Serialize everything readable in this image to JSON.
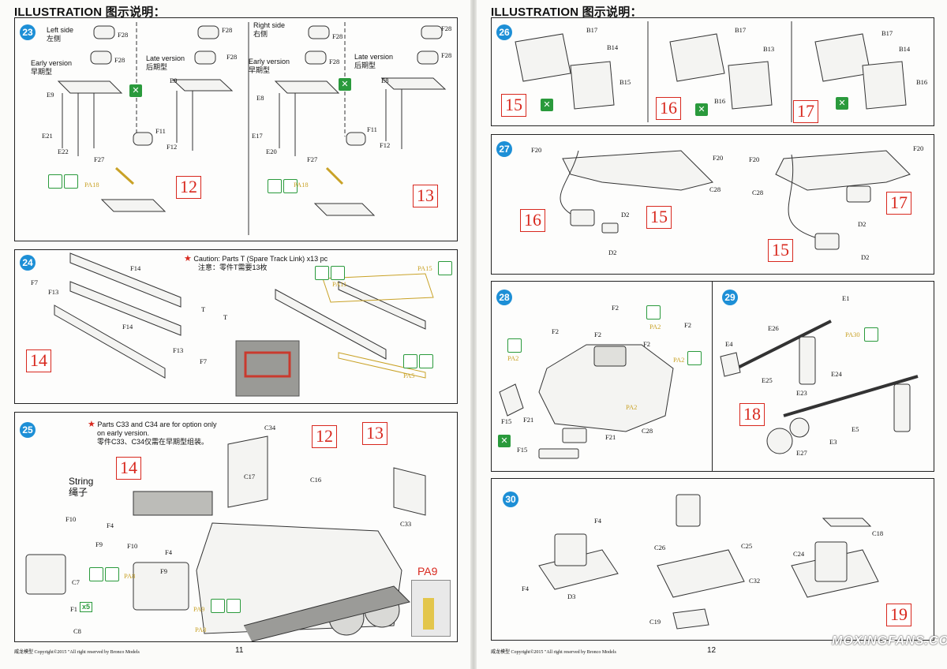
{
  "header": {
    "left": "ILLUSTRATION 图示说明：",
    "right": "ILLUSTRATION 图示说明："
  },
  "colors": {
    "step_circle": "#1d8fd6",
    "box_number": "#d8281e",
    "icon_green": "#2a9a3c",
    "paint_ref": "#c9a227"
  },
  "step23": {
    "num": "23",
    "left_side": "Left side",
    "left_side_cn": "左侧",
    "right_side": "Right side",
    "right_side_cn": "右侧",
    "early": "Early version",
    "early_cn": "早期型",
    "late": "Late version",
    "late_cn": "后期型",
    "box1": "12",
    "box2": "13",
    "pa": "PA18",
    "labels": [
      "F28",
      "F28",
      "F28",
      "F28",
      "F28",
      "F28",
      "F28",
      "F28",
      "E9",
      "E9",
      "E8",
      "E8",
      "E21",
      "E22",
      "F11",
      "F12",
      "E17",
      "E20",
      "F11",
      "F12",
      "F27",
      "F27"
    ]
  },
  "step24": {
    "num": "24",
    "caution": "Caution: Parts T (Spare Track Link) x13 pc",
    "caution_cn": "注意：零件T需要13枚",
    "box": "14",
    "pa1": "PA15",
    "pa2": "PA11",
    "pa3": "PA5",
    "labels": [
      "F14",
      "F7",
      "F13",
      "F14",
      "F13",
      "F7",
      "T",
      "T"
    ]
  },
  "step25": {
    "num": "25",
    "note1": "Parts C33 and C34 are for option only",
    "note2": "on early version.",
    "note_cn": "零件C33、C34仅需在早期型组装。",
    "box1": "14",
    "box2": "12",
    "box3": "13",
    "string": "String",
    "string_cn": "绳子",
    "pa_box": "PA9",
    "pa1": "PA8",
    "pa2": "PA9",
    "pa3": "PA8",
    "times": "x5",
    "labels": [
      "C34",
      "C17",
      "C16",
      "C33",
      "F10",
      "F4",
      "F9",
      "F10",
      "F4",
      "F9",
      "C7",
      "F1",
      "C8"
    ]
  },
  "step26": {
    "num": "26",
    "boxes": [
      "15",
      "16",
      "17"
    ],
    "labels_a": [
      "B17",
      "B14",
      "B15"
    ],
    "labels_b": [
      "B17",
      "B13",
      "B16"
    ],
    "labels_c": [
      "B17",
      "B14",
      "B16"
    ]
  },
  "step27": {
    "num": "27",
    "boxes": [
      "16",
      "15",
      "17",
      "15"
    ],
    "labels": [
      "F20",
      "F20",
      "C28",
      "D2",
      "D2",
      "F20",
      "F20",
      "C28",
      "D2",
      "D2"
    ]
  },
  "step28": {
    "num": "28",
    "labels": [
      "F2",
      "F2",
      "F2",
      "F2",
      "F2",
      "F15",
      "F21",
      "F15",
      "F21",
      "C28"
    ],
    "pa": [
      "PA2",
      "PA2",
      "PA2",
      "PA2"
    ]
  },
  "step29": {
    "num": "29",
    "box": "18",
    "labels": [
      "E1",
      "E26",
      "E4",
      "E25",
      "E23",
      "E24",
      "E5",
      "E3",
      "E27"
    ],
    "pa": "PA30"
  },
  "step30": {
    "num": "30",
    "box": "19",
    "labels": [
      "F4",
      "F4",
      "D3",
      "C26",
      "C25",
      "C32",
      "C19",
      "C24",
      "C18"
    ]
  },
  "footer": {
    "left_copy": "威龙模型  Copyright©2015  \"All right reserved by Bronco Models",
    "left_page": "11",
    "right_copy": "威龙模型  Copyright©2015  \"All right reserved by Bronco Models",
    "right_page": "12",
    "watermark": "MOXINGFANS.COM"
  }
}
